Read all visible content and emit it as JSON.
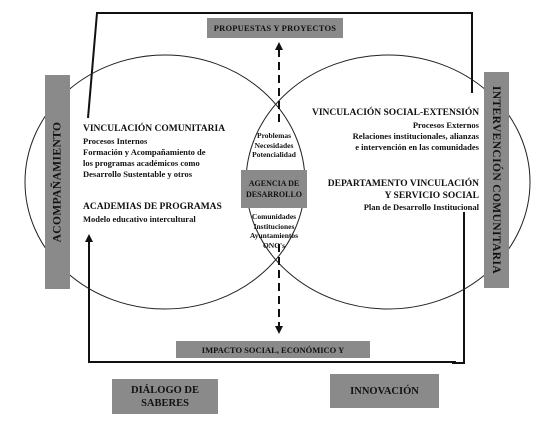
{
  "top_box": "PROPUESTAS Y PROYECTOS",
  "bottom_box": "IMPACTO SOCIAL, ECONÓMICO Y",
  "center_box": "AGENCIA DE\nDESARROLLO",
  "left_label": "ACOMPAÑAMIENTO",
  "right_label": "INTERVENCIÓN COMUNITARIA",
  "bottom_left": "DIÁLOGO DE\nSABERES",
  "bottom_right": "INNOVACIÓN",
  "left_circle": {
    "heading": "VINCULACIÓN COMUNITARIA",
    "lines": [
      "Procesos Internos",
      "Formación y Acompañamiento de",
      "los programas académicos como",
      "Desarrollo Sustentable y otros"
    ],
    "academias_heading": "ACADEMIAS DE PROGRAMAS",
    "academias_lines": [
      "Modelo educativo intercultural"
    ]
  },
  "right_circle": {
    "heading": "VINCULACIÓN SOCIAL-EXTENSIÓN",
    "lines": [
      "Procesos Externos",
      "Relaciones institucionales, alianzas",
      "e intervención en las comunidades"
    ],
    "dept_heading_lines": [
      "DEPARTAMENTO VINCULACIÓN",
      "Y SERVICIO SOCIAL"
    ],
    "dept_lines": [
      "Plan de Desarrollo Institucional"
    ]
  },
  "center_top_lines": [
    "Problemas",
    "Necesidades",
    "Potencialidad"
  ],
  "center_bottom_lines": [
    "Comunidades",
    "Instituciones",
    "Ayuntamientos",
    "ONG's"
  ],
  "colors": {
    "box_fill": "#8a8a8a",
    "line": "#111111",
    "background": "#ffffff"
  }
}
